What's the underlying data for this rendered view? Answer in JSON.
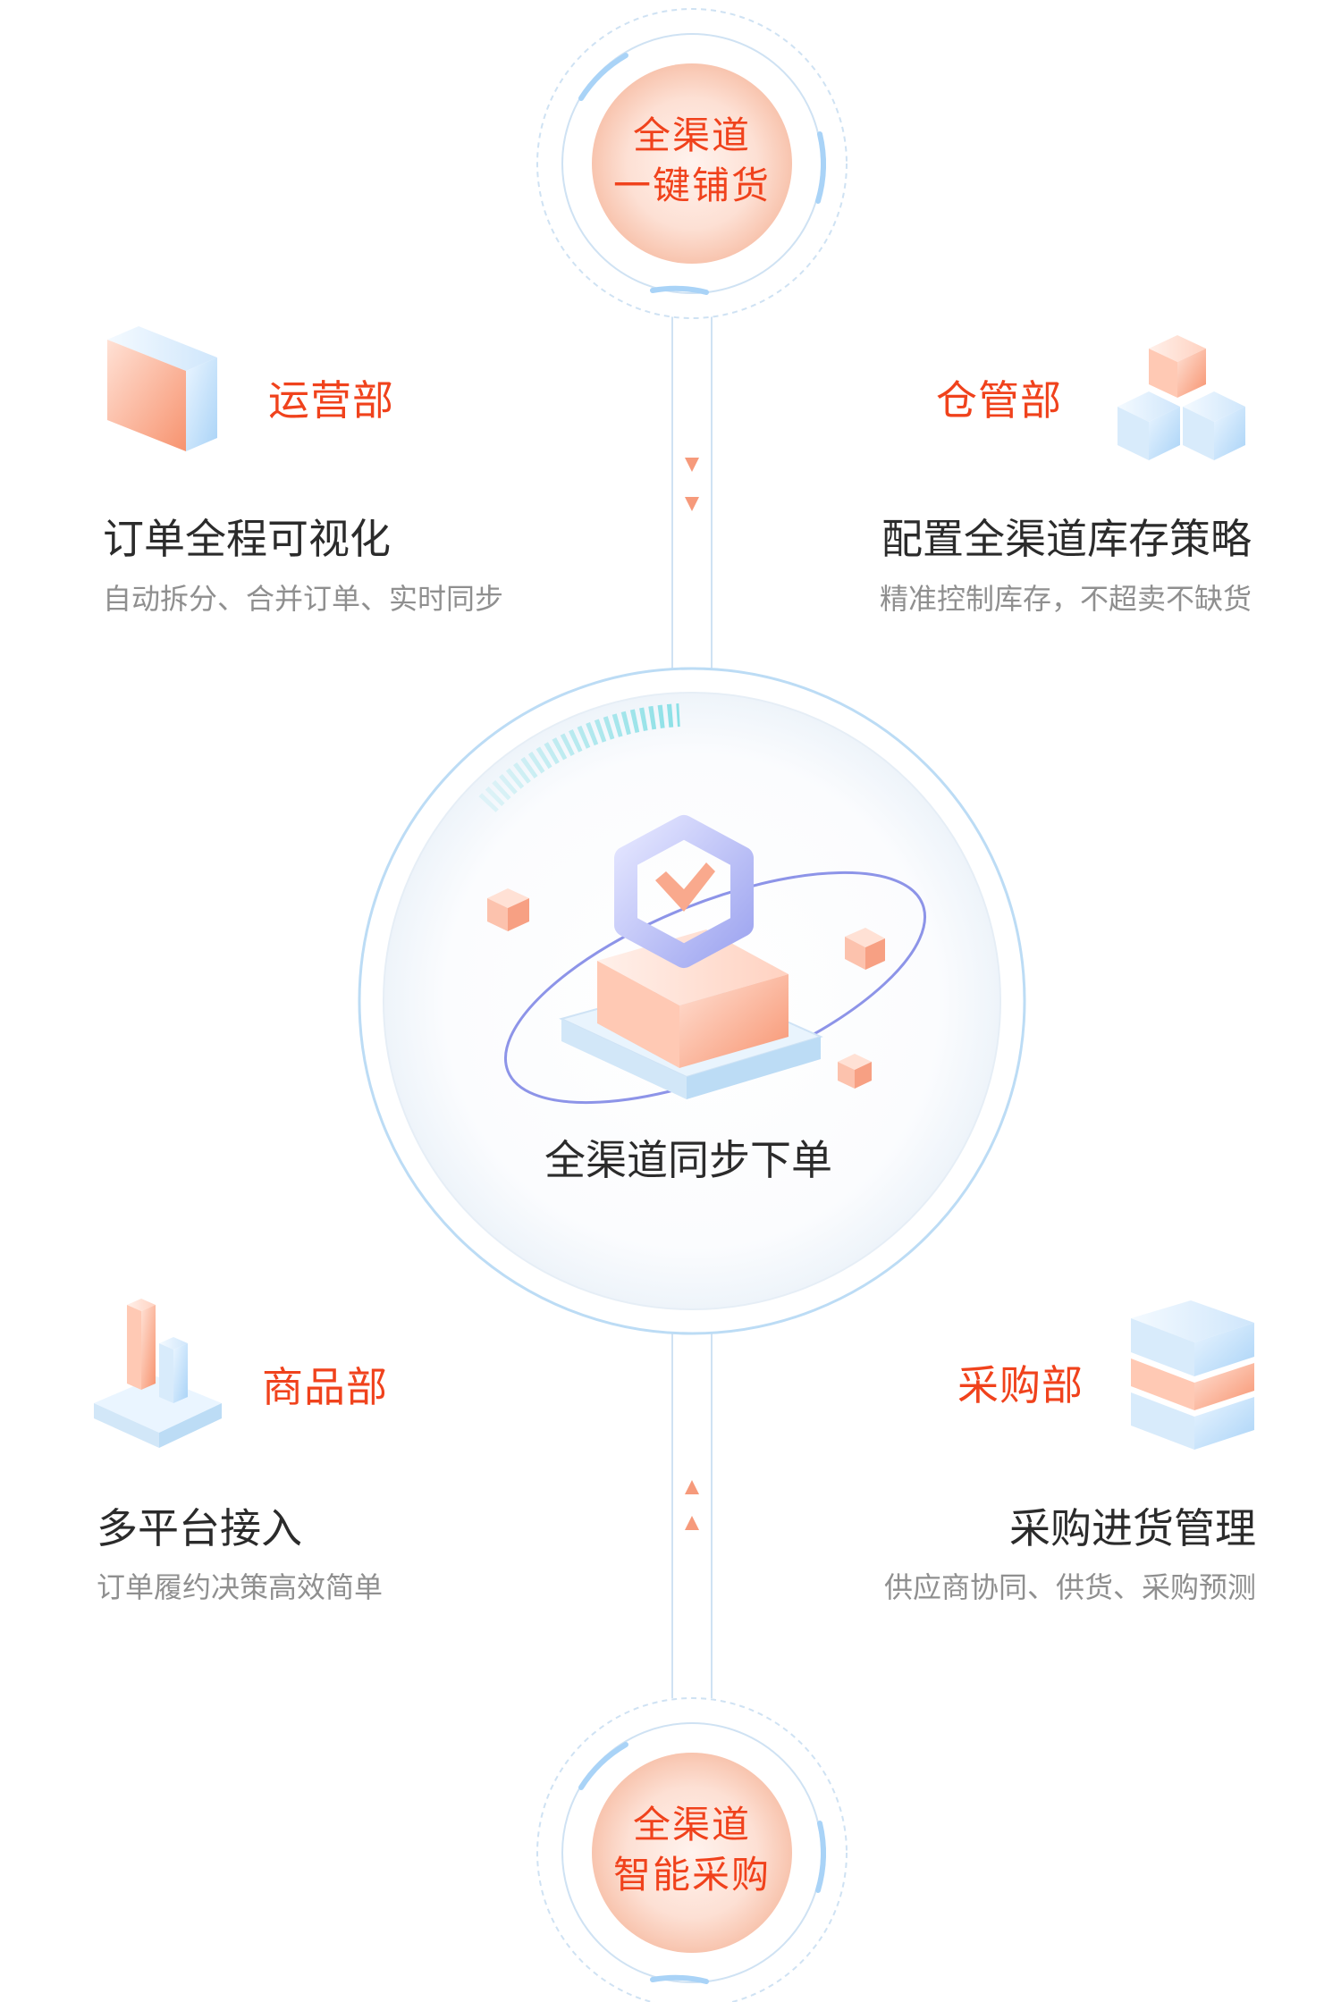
{
  "top_hub": {
    "line1": "全渠道",
    "line2": "一键铺货"
  },
  "bottom_hub": {
    "line1": "全渠道",
    "line2": "智能采购"
  },
  "center": {
    "label": "全渠道同步下单"
  },
  "departments": {
    "operations": {
      "name": "运营部",
      "title": "订单全程可视化",
      "desc": "自动拆分、合并订单、实时同步"
    },
    "warehouse": {
      "name": "仓管部",
      "title": "配置全渠道库存策略",
      "desc": "精准控制库存，不超卖不缺货"
    },
    "product": {
      "name": "商品部",
      "title": "多平台接入",
      "desc": "订单履约决策高效简单"
    },
    "purchasing": {
      "name": "采购部",
      "title": "采购进货管理",
      "desc": "供应商协同、供货、采购预测"
    }
  },
  "icons": {
    "operations": "block-icon",
    "warehouse": "stacked-cubes-icon",
    "product": "bar-chart-icon",
    "purchasing": "layered-boxes-icon",
    "center": "check-badge-icon"
  },
  "colors": {
    "accent": "#f0421c",
    "title": "#2b2b2b",
    "desc": "#8f8f8f",
    "ring": "#bcdcf5",
    "peach": "#f9a98d"
  }
}
